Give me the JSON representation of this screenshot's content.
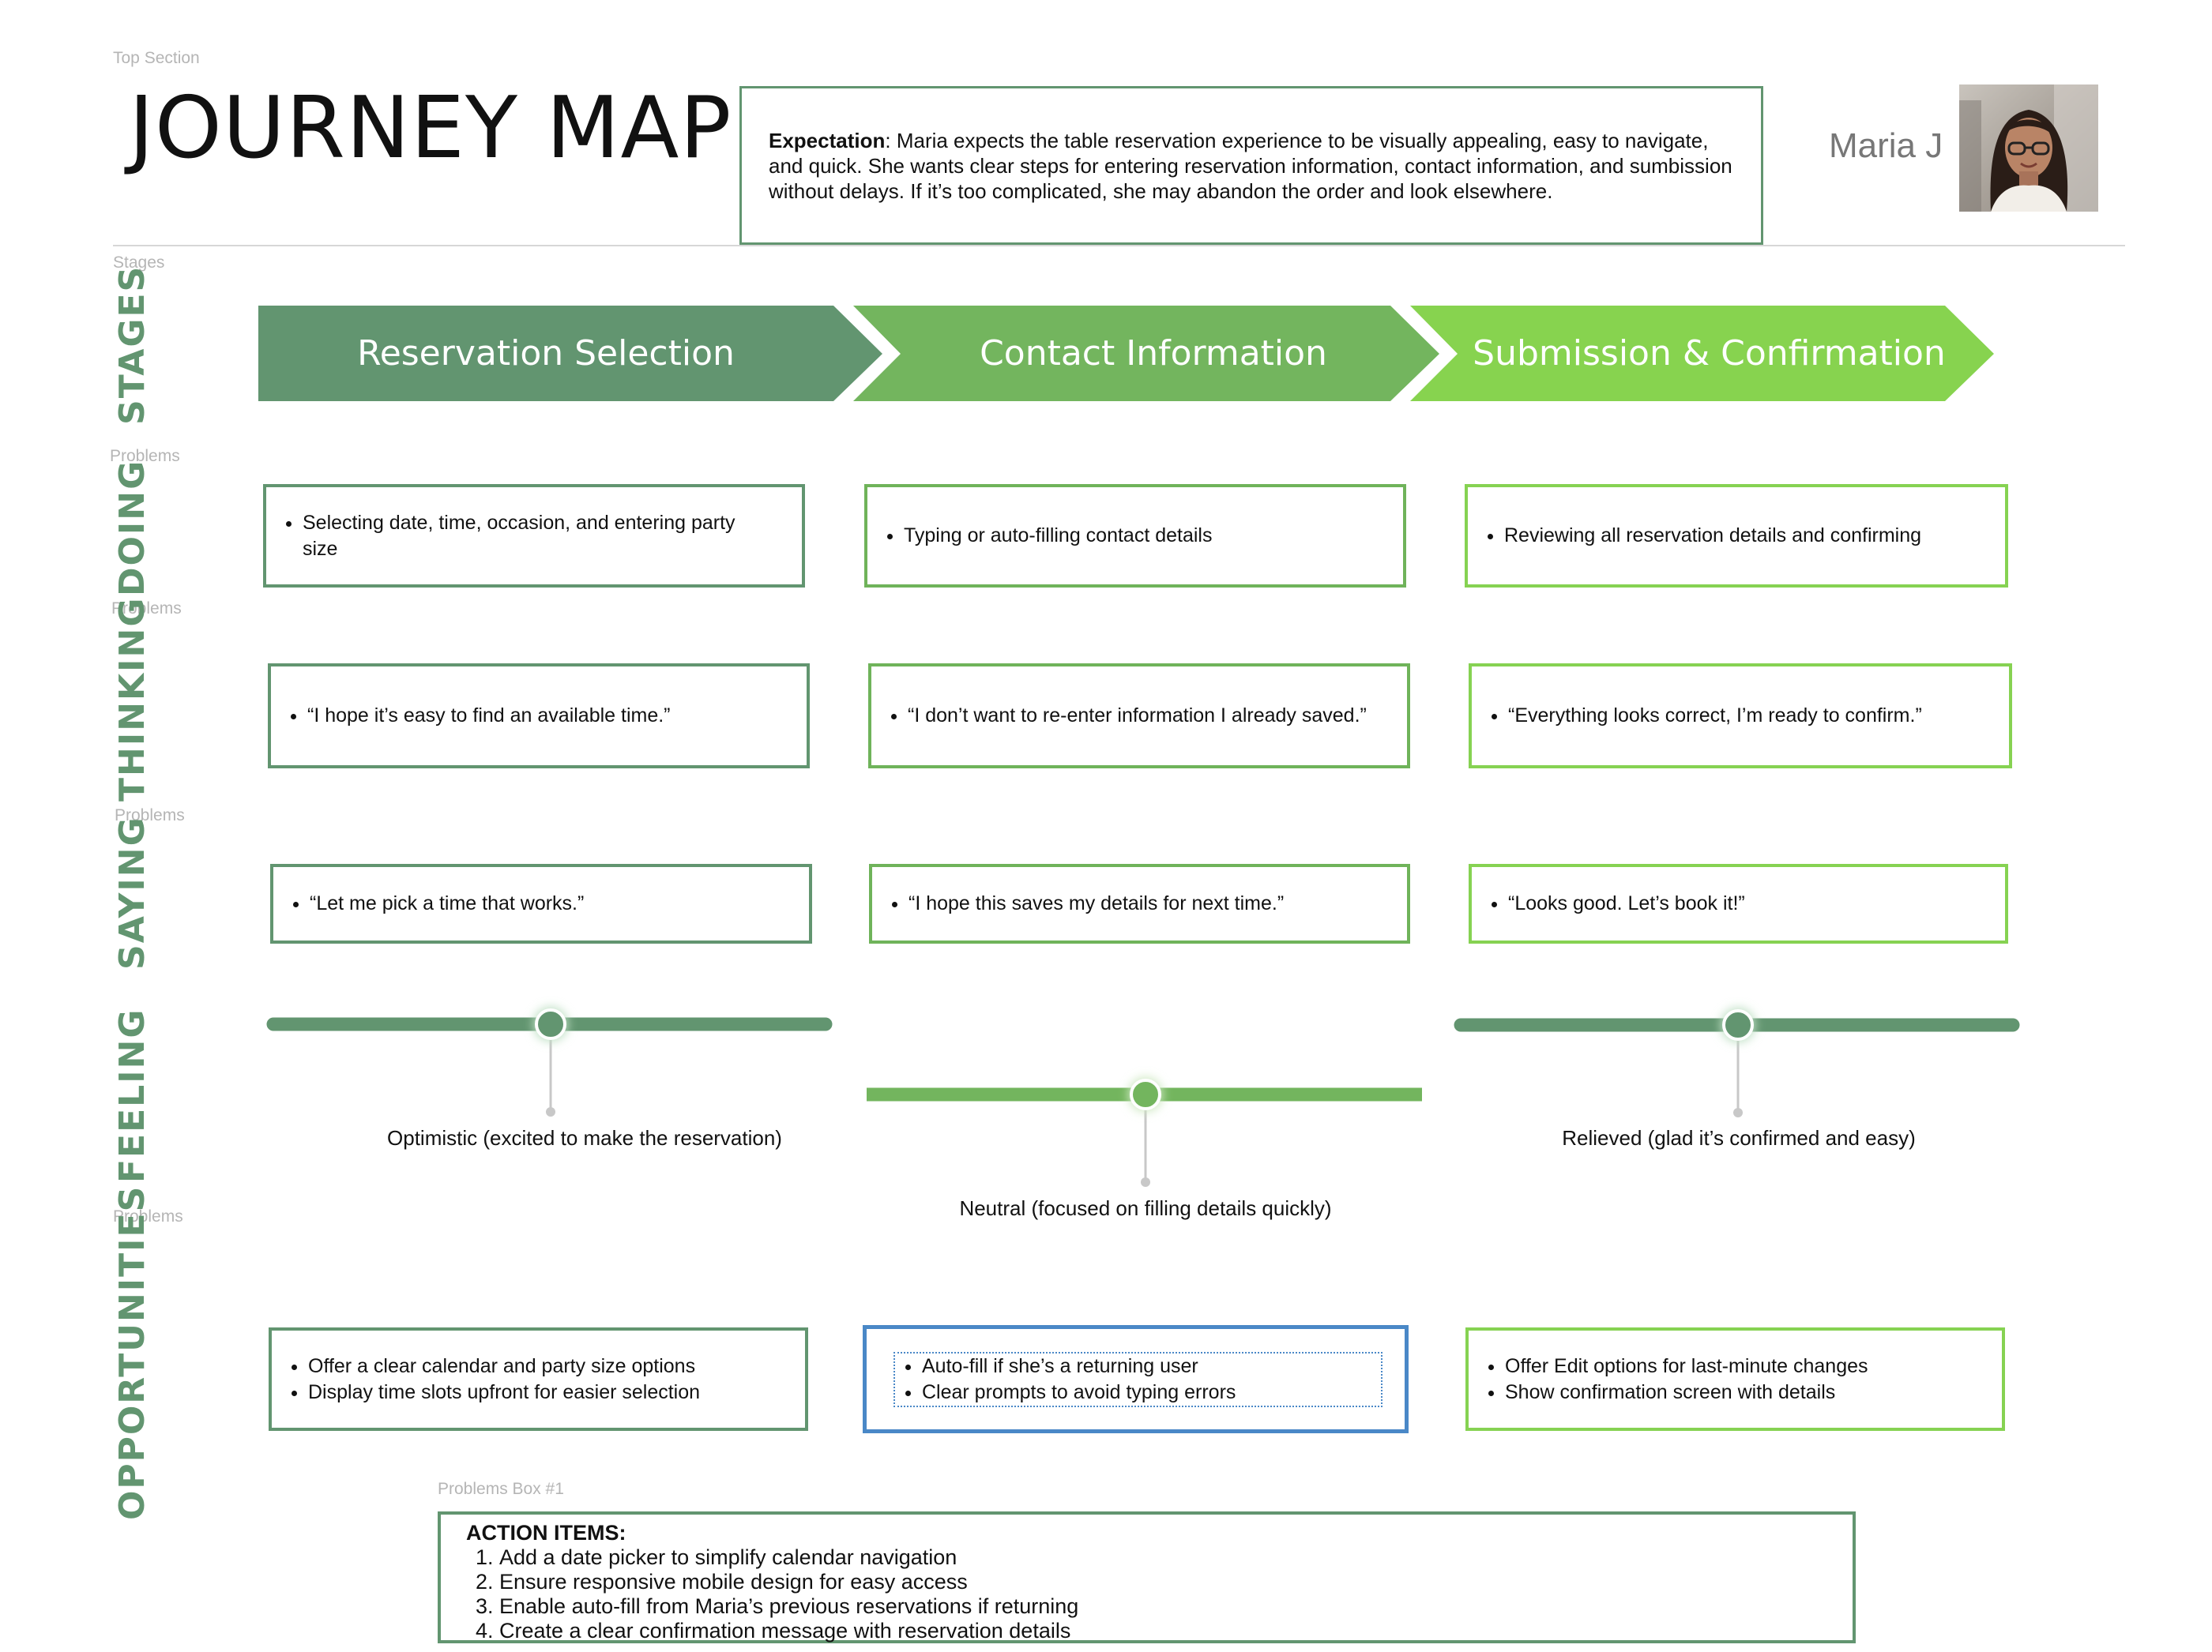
{
  "frames": {
    "top": "Top Section",
    "stages": "Stages",
    "problems": "Problems",
    "problems_box": "Problems Box #1"
  },
  "header": {
    "title": "JOURNEY MAP",
    "expectation_label": "Expectation",
    "expectation_text": ": Maria expects the table reservation experience to be visually appealing, easy to navigate, and quick. She wants clear steps for entering reservation information, contact information, and sumbission without delays. If it’s too complicated, she may abandon the order and look elsewhere.",
    "persona_name": "Maria J"
  },
  "rows": {
    "stages": "STAGES",
    "doing": "DOING",
    "thinking": "THINKING",
    "saying": "SAYING",
    "feeling": "FEELING",
    "opportunities": "OPPORTUNITIES"
  },
  "stages": [
    {
      "label": "Reservation Selection",
      "color": "#629570"
    },
    {
      "label": "Contact Information",
      "color": "#73b55e"
    },
    {
      "label": "Submission & Confirmation",
      "color": "#87d34f"
    }
  ],
  "doing": [
    "Selecting date, time, occasion, and entering party size",
    "Typing or auto-filling contact details",
    "Reviewing all reservation details and confirming"
  ],
  "thinking": [
    "“I hope it’s easy to find an available time.”",
    "“I don’t want to re-enter information I already saved.”",
    "“Everything looks correct, I’m ready to confirm.”"
  ],
  "saying": [
    "“Let me pick a time that works.”",
    "“I hope this saves my details for next time.”",
    "“Looks good. Let’s book it!”"
  ],
  "feeling": [
    {
      "label": "Optimistic (excited to make the reservation)",
      "level": "high"
    },
    {
      "label": "Neutral (focused on filling details quickly)",
      "level": "neutral"
    },
    {
      "label": "Relieved (glad it’s confirmed and easy)",
      "level": "high"
    }
  ],
  "opportunities": [
    [
      "Offer a clear calendar and party size options",
      "Display time slots upfront for easier selection"
    ],
    [
      "Auto-fill if she’s a returning user",
      "Clear prompts to avoid typing errors"
    ],
    [
      "Offer Edit options for last-minute changes",
      "Show confirmation screen with details"
    ]
  ],
  "action_items": {
    "title": "ACTION ITEMS:",
    "items": [
      "Add a date picker to simplify calendar navigation",
      "Ensure responsive mobile design for easy access",
      "Enable auto-fill from Maria’s previous reservations if returning",
      "Create a clear confirmation message with reservation details"
    ]
  },
  "colors": {
    "dark_green": "#629570",
    "mid_green": "#73b55e",
    "light_green": "#87d34f",
    "selection_blue": "#4a88c7"
  }
}
